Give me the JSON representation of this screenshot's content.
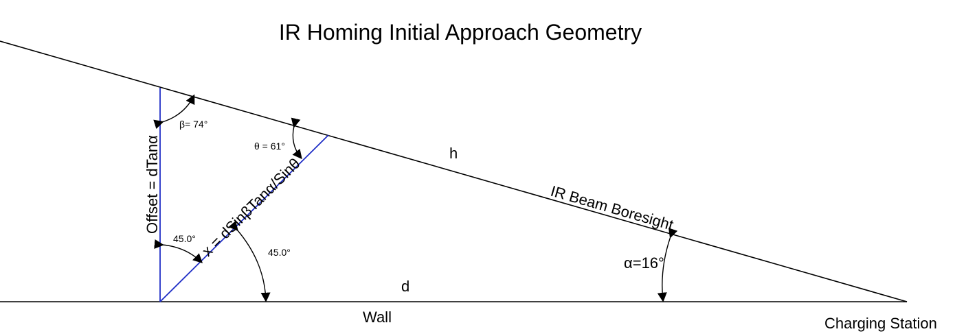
{
  "diagram": {
    "title": "IR Homing Initial Approach Geometry",
    "labels": {
      "beta": "β= 74°",
      "theta": "θ = 61°",
      "h": "h",
      "boresight": "IR Beam Boresight",
      "offset": "Offset = dTanα",
      "x_eq": "x = dSinβTanα/Sinθ",
      "angle_left": "45.0°",
      "angle_right": "45.0°",
      "d": "d",
      "alpha": "α=16°",
      "wall": "Wall",
      "charging_station": "Charging Station"
    },
    "colors": {
      "line": "#000000",
      "blue": "#1f2ec6"
    }
  }
}
